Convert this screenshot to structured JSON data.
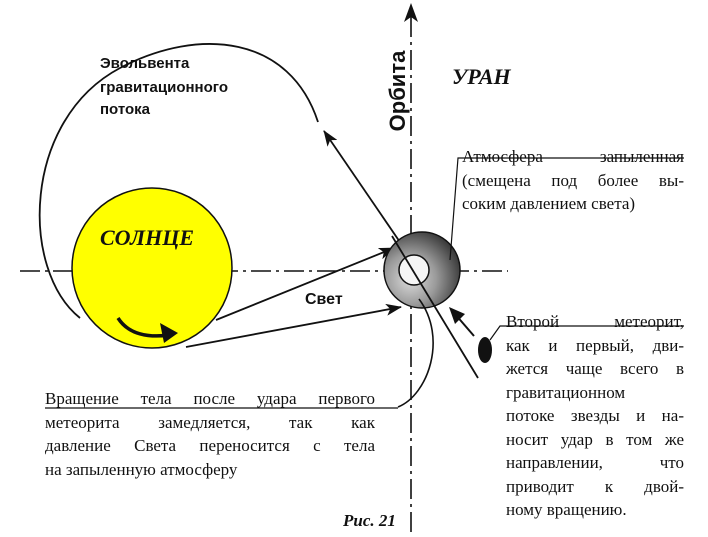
{
  "labels": {
    "involute": [
      "Эвольвента",
      "гравитационного",
      "потока"
    ],
    "orbit": "Орбита",
    "uranus": "УРАН",
    "sun": "СОЛНЦЕ",
    "light": "Свет",
    "caption": "Рис. 21"
  },
  "notes": {
    "atmosphere": [
      "Атмосфера запыленная",
      "(смещена под более вы-",
      "соким давлением света)"
    ],
    "second_meteorite": [
      "Второй метеорит,",
      "как и первый, дви-",
      "жется чаще всего в",
      "гравитационном",
      "потоке звезды и на-",
      "носит удар в том же",
      "направлении, что",
      "приводит к двой-",
      "ному вращению."
    ],
    "rotation": [
      "Вращение тела после удара первого",
      "метеорита замедляется, так как",
      "давление Света переносится с тела",
      "на запыленную атмосферу"
    ]
  },
  "colors": {
    "sun_fill": "#ffff00",
    "ink": "#111111",
    "planet_dark": "#333333",
    "planet_light": "#d0d0d0",
    "meteorite": "#111111"
  }
}
